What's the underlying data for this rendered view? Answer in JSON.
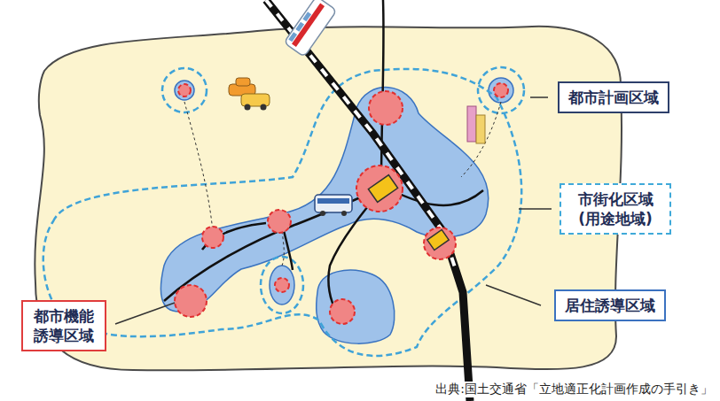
{
  "diagram": {
    "caption": "出典:国土交通省「立地適正化計画作成の手引き」",
    "nodes": [
      {
        "text": [
          "都市計画区域"
        ]
      },
      {
        "text": [
          "市街化区域 (用途地域)"
        ]
      },
      {
        "text": [
          "居住誘導区域"
        ]
      },
      {
        "text": [
          "都市機能誘導区域"
        ]
      }
    ],
    "edges": []
  }
}
